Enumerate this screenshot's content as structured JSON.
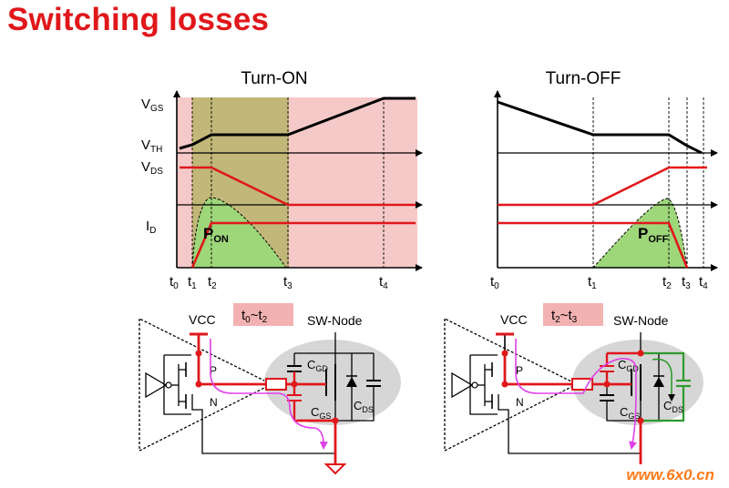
{
  "slide": {
    "title": "Switching losses"
  },
  "turn_on": {
    "title": "Turn-ON",
    "axis_labels": [
      {
        "main": "V",
        "sub": "GS"
      },
      {
        "main": "V",
        "sub": "TH"
      },
      {
        "main": "V",
        "sub": "DS"
      },
      {
        "main": "I",
        "sub": "D"
      }
    ],
    "time_labels": [
      {
        "main": "t",
        "sub": "0"
      },
      {
        "main": "t",
        "sub": "1"
      },
      {
        "main": "t",
        "sub": "2"
      },
      {
        "main": "t",
        "sub": "3"
      },
      {
        "main": "t",
        "sub": "4"
      }
    ],
    "loss_label": {
      "main": "P",
      "sub": "ON"
    }
  },
  "turn_off": {
    "title": "Turn-OFF",
    "time_labels": [
      {
        "main": "t",
        "sub": "0"
      },
      {
        "main": "t",
        "sub": "1"
      },
      {
        "main": "t",
        "sub": "2"
      },
      {
        "main": "t",
        "sub": "3"
      },
      {
        "main": "t",
        "sub": "4"
      }
    ],
    "loss_label": {
      "main": "P",
      "sub": "OFF"
    }
  },
  "circuit_left": {
    "badge": {
      "a": "t",
      "a_sub": "0",
      "sep": "~t",
      "b_sub": "2"
    },
    "vcc": "VCC",
    "sw_node": "SW-Node",
    "p_label": "P",
    "n_label": "N",
    "cgd": {
      "main": "C",
      "sub": "GD"
    },
    "cgs": {
      "main": "C",
      "sub": "GS"
    },
    "cds": {
      "main": "C",
      "sub": "DS"
    }
  },
  "circuit_right": {
    "badge": {
      "a": "t",
      "a_sub": "2",
      "sep": "~t",
      "b_sub": "3"
    },
    "vcc": "VCC",
    "sw_node": "SW-Node",
    "p_label": "P",
    "n_label": "N",
    "cgd": {
      "main": "C",
      "sub": "GD"
    },
    "cgs": {
      "main": "C",
      "sub": "GS"
    },
    "cds": {
      "main": "C",
      "sub": "DS"
    }
  },
  "watermark": "www.6x0.cn",
  "colors": {
    "title": "#e0171b",
    "vds_trace": "#e0171b",
    "vgs_trace": "#000000",
    "loss_fill": "#9ed67a",
    "shade_pink": "#f6c9c9",
    "shade_olive": "#b7b46a",
    "badge_bg": "#f3b2b2",
    "current_magenta": "#e040e8",
    "cap_green": "#2e9a2e"
  }
}
